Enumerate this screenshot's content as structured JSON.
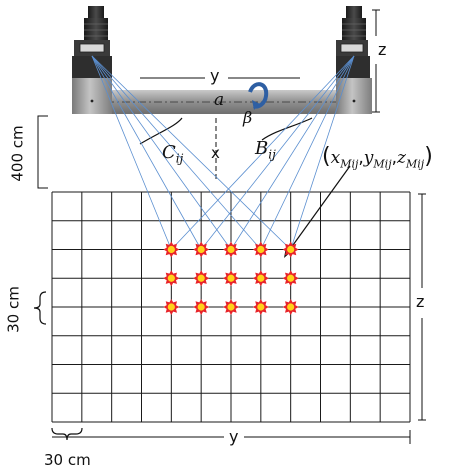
{
  "labels": {
    "cam_z": "z",
    "beam_y": "y",
    "beam_a": "a",
    "beta": "β",
    "x": "x",
    "c_ij": "C",
    "c_ij_sub": "ij",
    "b_ij": "B",
    "b_ij_sub": "ij",
    "coord_open": "(",
    "coord_x": "x",
    "coord_y": "y",
    "coord_z": "z",
    "coord_sub": "Mij",
    "comma": ",",
    "coord_close": ")",
    "dist_400": "400 cm",
    "grid_cell_v": "30 cm",
    "grid_cell_h": "30 cm",
    "grid_z": "z",
    "grid_y": "y"
  },
  "grid": {
    "columns": 12,
    "rows": 8
  },
  "markers": {
    "columns": 5,
    "rows": 3
  },
  "colors": {
    "grid_line": "#1a1a1a",
    "ray": "#5b8fd0",
    "beam": "#8f8f8f",
    "camera_body": "#9a9a9a",
    "camera_dark": "#2b2b2b",
    "marker_outer": "#e8242a",
    "marker_inner": "#ffd21a"
  }
}
